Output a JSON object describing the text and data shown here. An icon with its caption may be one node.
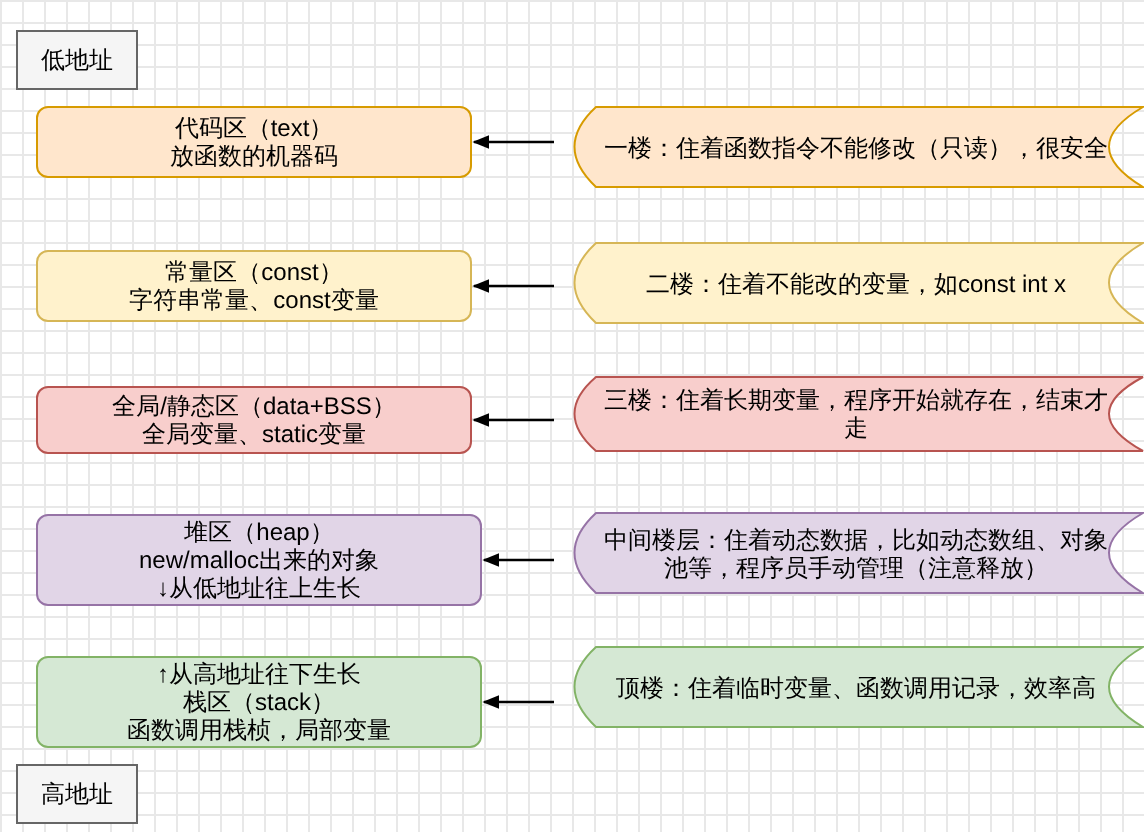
{
  "diagram": {
    "nodes": [
      {
        "text": [
          "低地址"
        ]
      },
      {
        "text": [
          "代码区（text）",
          "放函数的机器码"
        ]
      },
      {
        "text": [
          "一楼：住着函数指令不能修改（只读），很安全"
        ]
      },
      {
        "text": [
          "常量区（const）",
          "字符串常量、const变量"
        ]
      },
      {
        "text": [
          "二楼：住着不能改的变量，如const int x"
        ]
      },
      {
        "text": [
          "全局/静态区（data+BSS）",
          "全局变量、static变量"
        ]
      },
      {
        "text": [
          "三楼：住着长期变量，程序开始就存在，结束才走"
        ]
      },
      {
        "text": [
          "堆区（heap）",
          "new/malloc出来的对象",
          "↓从低地址往上生长"
        ]
      },
      {
        "text": [
          "中间楼层：住着动态数据，比如动态数组、对象池等，程序员手动管理（注意释放）"
        ]
      },
      {
        "text": [
          "↑从高地址往下生长",
          "栈区（stack）",
          "函数调用栈桢，局部变量"
        ]
      },
      {
        "text": [
          "顶楼：住着临时变量、函数调用记录，效率高"
        ]
      },
      {
        "text": [
          "高地址"
        ]
      }
    ],
    "edges": [
      {
        "from": 2,
        "to": 1,
        "arrow": "to"
      },
      {
        "from": 4,
        "to": 3,
        "arrow": "to"
      },
      {
        "from": 6,
        "to": 5,
        "arrow": "to"
      },
      {
        "from": 8,
        "to": 7,
        "arrow": "to"
      },
      {
        "from": 10,
        "to": 9,
        "arrow": "to"
      }
    ]
  }
}
